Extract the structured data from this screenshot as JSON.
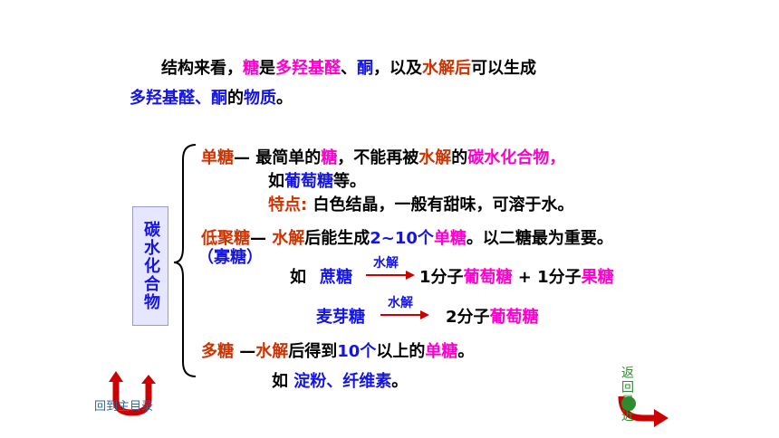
{
  "intro": {
    "p1": "结构来看，",
    "p2": "糖",
    "p3": "是",
    "p4": "多羟基醛",
    "p5": "、",
    "p6": "酮",
    "p7": "，以及",
    "p8": "水解后",
    "p9": "可以生成",
    "p10": "多羟基醛",
    "p11": "、",
    "p12": "酮",
    "p13": "的",
    "p14": "物质",
    "p15": "。"
  },
  "left_box": {
    "label": "碳水化合物"
  },
  "mono": {
    "name": "单糖",
    "dash": "— 最简单的",
    "sugar": "糖",
    "mid": "，不能再被",
    "hydro": "水解",
    "of": "的",
    "carb": "碳水化合物",
    "comma": "，",
    "like": "如",
    "glucose": "葡萄糖",
    "etc": "等。",
    "feature_label": "特点:",
    "feature_text": "白色结晶，一般有甜味，可溶于水。"
  },
  "oligo": {
    "name": "低聚糖",
    "dash": "— ",
    "hydro": "水解",
    "mid": "后能生成",
    "range": "2~10个",
    "mono": "单糖",
    "rest": "。以二糖最为重要。",
    "alt": "（寡糖）",
    "like": "如",
    "sucrose": "蔗糖",
    "arrow_label1": "水解",
    "prod1a": "1分子",
    "prod1b": "葡萄糖",
    "plus": " + 1分子",
    "prod1c": "果糖",
    "maltose": "麦芽糖",
    "arrow_label2": "水解",
    "prod2a": "2分子",
    "prod2b": "葡萄糖"
  },
  "poly": {
    "name": "多糖",
    "dash": " —",
    "hydro": "水解",
    "mid": "后得到",
    "range": "10个",
    "above": "以上的",
    "mono": "单糖",
    "end": "。",
    "like": "如 ",
    "examples": "淀粉、纤维素",
    "end2": "。"
  },
  "nav": {
    "back_main": "回到主目录",
    "back_recent": "返回最近"
  },
  "colors": {
    "pink": "#ff00cc",
    "blue": "#1414e6",
    "red": "#cc3300",
    "arrow": "#cc0000"
  }
}
